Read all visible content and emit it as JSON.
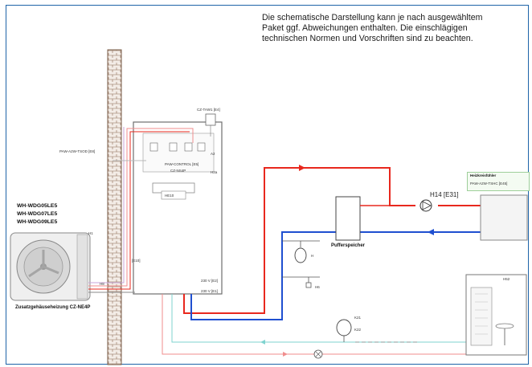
{
  "note": {
    "line1": "Die schematische Darstellung kann je nach ausgewähltem",
    "line2": "Paket ggf. Abweichungen enthalten. Die einschlägigen",
    "line3": "technischen Normen und Vorschriften sind zu beachten."
  },
  "outdoor_unit": {
    "model1": "WH-WDG05LE5",
    "model2": "WH-WDG07LE5",
    "model3": "WH-WDG09LE5",
    "tag": "H1",
    "pipe_tag": "H8"
  },
  "indoor_unit": {
    "sensor_label": "PAW-A2W-TSOD [E8]",
    "remote_label": "CZ-TAW1 [E4]",
    "board_label": "PAW-CONTROL [E5]",
    "board_sub": "CZ-NS4P",
    "junction_label": "HE10",
    "tag_a2": "A2",
    "tag_h2a": "H2a",
    "e10": "[E10]",
    "power1": "230 V [E2]",
    "power2": "230 V [E1]"
  },
  "heater_label": "Zusatzgehäuseheizung CZ-NE4P",
  "buffer_label": "Pufferspeicher",
  "pump_label": "H14 [E31]",
  "heating_circuit": {
    "title": "Heizkreisfühler",
    "sub": "PAW-A2W-TSHC [E45]"
  },
  "valves": {
    "h": "H",
    "h6": "H6",
    "k21": "K21",
    "k22": "K22"
  },
  "bathroom_label": "H52",
  "colors": {
    "hot": "#e8281e",
    "return": "#1f4fd0",
    "warm": "#f08e8e",
    "cold": "#7fd3cf",
    "frame": "#1e63a8",
    "chimney": "#8b6a55"
  }
}
